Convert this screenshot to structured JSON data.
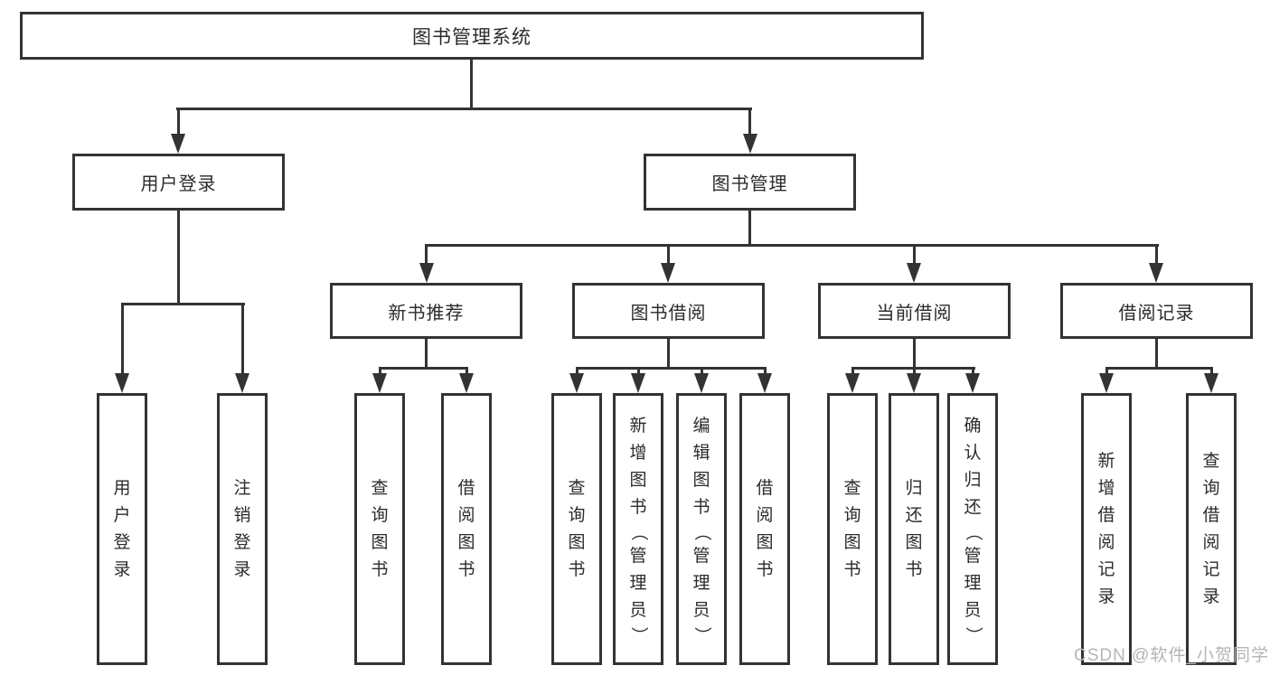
{
  "tree": {
    "label": "图书管理系统",
    "children": [
      {
        "label": "用户登录",
        "children": [
          {
            "label": "用户登录"
          },
          {
            "label": "注销登录"
          }
        ]
      },
      {
        "label": "图书管理",
        "children": [
          {
            "label": "新书推荐",
            "children": [
              {
                "label": "查询图书"
              },
              {
                "label": "借阅图书"
              }
            ]
          },
          {
            "label": "图书借阅",
            "children": [
              {
                "label": "查询图书"
              },
              {
                "label": "新增图书（管理员）"
              },
              {
                "label": "编辑图书（管理员）"
              },
              {
                "label": "借阅图书"
              }
            ]
          },
          {
            "label": "当前借阅",
            "children": [
              {
                "label": "查询图书"
              },
              {
                "label": "归还图书"
              },
              {
                "label": "确认归还（管理员）"
              }
            ]
          },
          {
            "label": "借阅记录",
            "children": [
              {
                "label": "新增借阅记录"
              },
              {
                "label": "查询借阅记录"
              }
            ]
          }
        ]
      }
    ]
  },
  "watermark": {
    "text": "CSDN @软件_小贺同学"
  },
  "colors": {
    "line": "#333333",
    "text": "#2b2b2b",
    "watermark": "#b5b5b5",
    "background": "#ffffff"
  }
}
